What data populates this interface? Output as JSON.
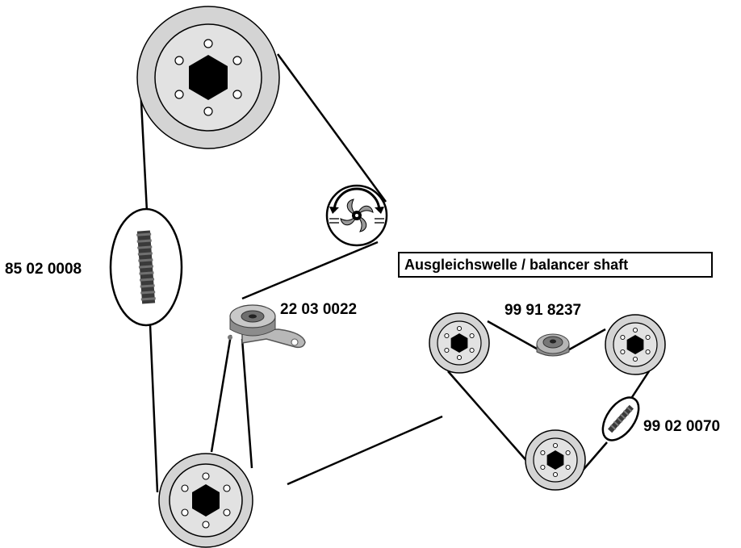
{
  "labels": {
    "belt_main": "85 02 0008",
    "tensioner_main": "22 03 0022",
    "balancer_header": "Ausgleichswelle / balancer shaft",
    "tensioner_balancer": "99 91 8237",
    "belt_balancer": "99 02 0070"
  },
  "colors": {
    "pulley_fill": "#d4d4d4",
    "pulley_inner": "#e2e2e2",
    "hub": "#000000",
    "line": "#000000",
    "belt_teeth": "#333333"
  },
  "icons": {
    "water_pump": "water-pump-icon",
    "tensioner": "tensioner-roller-icon",
    "belt": "toothed-belt-icon"
  }
}
